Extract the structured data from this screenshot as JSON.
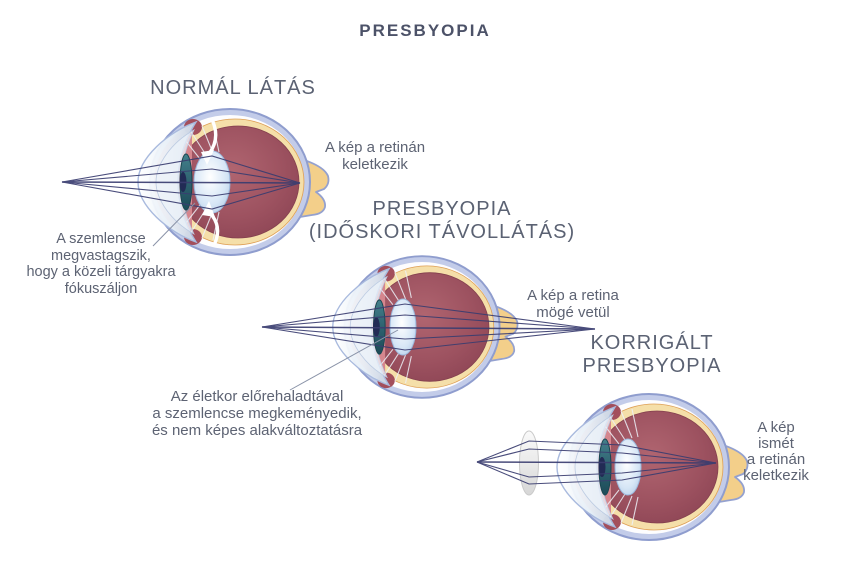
{
  "title": "PRESBYOPIA",
  "sections": {
    "normal": {
      "heading": "NORMÁL LÁTÁS",
      "retina_note": "A kép a retinán\nkeletkezik",
      "lens_note": "A szemlencse\nmegvastagszik,\nhogy a közeli tárgyakra\nfókuszáljon"
    },
    "presbyopia": {
      "heading": "PRESBYOPIA\n(IDŐSKORI TÁVOLLÁTÁS)",
      "retina_note": "A kép a retina\nmögé vetül",
      "lens_note": "Az életkor előrehaladtával\na szemlencse megkeményedik,\nés nem képes alakváltoztatásra"
    },
    "corrected": {
      "heading": "KORRIGÁLT\nPRESBYOPIA",
      "retina_note": "A kép ismét\na retinán\nkeletkezik"
    }
  },
  "colors": {
    "heading_text": "#5b6273",
    "annotation_text": "#5d6373",
    "light_ray": "#3a3d70",
    "vitreous_red": "#9d5260",
    "choroid_cream": "#f5dfa9",
    "sclera_ring": "#c3cce9",
    "ciliary_pink": "#d5868e",
    "lens_blue": "#d6e6f6",
    "iris_teal": "#2e6270",
    "optic_nerve_tan": "#f3cf8a",
    "corrective_lens_gray": "#d9d9d9",
    "leader_line": "#8a93a8",
    "arrow_white": "#ffffff"
  }
}
